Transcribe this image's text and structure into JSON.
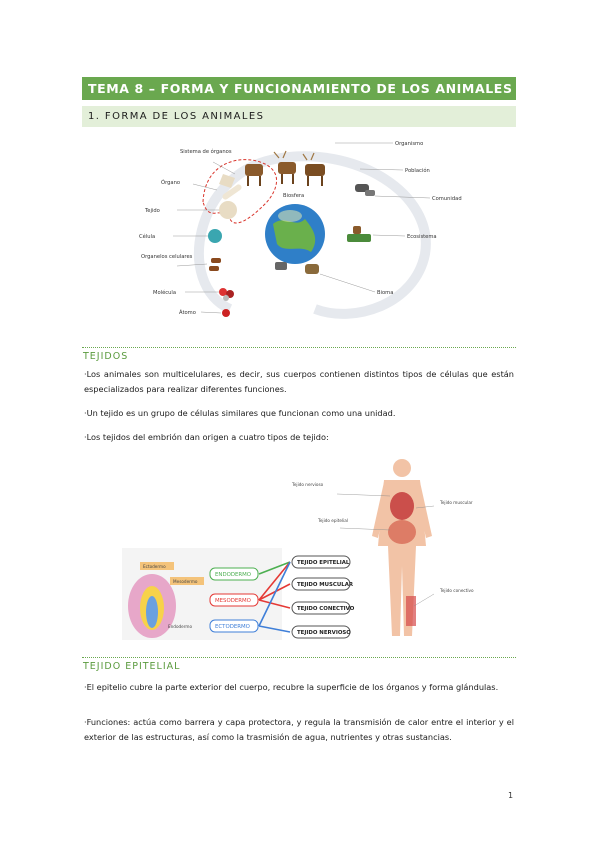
{
  "header": {
    "title": "TEMA 8 – FORMA Y FUNCIONAMIENTO DE LOS ANIMALES",
    "subtitle": "1. FORMA DE LOS ANIMALES"
  },
  "figure_levels": {
    "left": [
      "Sistema de órganos",
      "Órgano",
      "Tejido",
      "Célula",
      "Organelos celulares",
      "Molécula",
      "Átomo"
    ],
    "right": [
      "Organismo",
      "Población",
      "Comunidad",
      "Ecosistema",
      "Bioma"
    ],
    "center": "Biosfera"
  },
  "sections": [
    {
      "heading": "TEJIDOS",
      "paragraphs": [
        "·Los animales son multicelulares, es decir, sus cuerpos contienen distintos tipos de células que están especializados para realizar diferentes funciones.",
        "·Un tejido es un grupo de células similares que funcionan como una unidad.",
        "·Los tejidos del embrión dan origen a cuatro tipos de tejido:"
      ]
    },
    {
      "heading": "TEJIDO EPITELIAL",
      "paragraphs": [
        "·El epitelio cubre la parte exterior del cuerpo, recubre la superficie de los órganos y forma glándulas.",
        "·Funciones: actúa como barrera y capa protectora, y regula la transmisión de calor entre el interior y el exterior de las estructuras, así como la trasmisión de agua, nutrientes y otras sustancias."
      ]
    }
  ],
  "tissue_figure": {
    "embryo_labels": [
      "Ectodermo",
      "Mesodermo",
      "Endodermo"
    ],
    "germ_layers": [
      "ENDODERMO",
      "MESODERMO",
      "ECTODERMO"
    ],
    "tissues": [
      "TEJIDO EPITELIAL",
      "TEJIDO MUSCULAR",
      "TEJIDO CONECTIVO",
      "TEJIDO NERVIOSO"
    ],
    "body_labels": {
      "nervioso": "Tejido nervioso",
      "muscular": "Tejido muscular",
      "epitelial": "Tejido epitelial",
      "conectivo": "Tejido conectivo"
    }
  },
  "colors": {
    "accent_green": "#6aa84f",
    "light_green": "#e3efd9",
    "endodermo": "#4caf50",
    "mesodermo": "#e53935",
    "ectodermo": "#3f7fd8"
  },
  "page_number": "1"
}
